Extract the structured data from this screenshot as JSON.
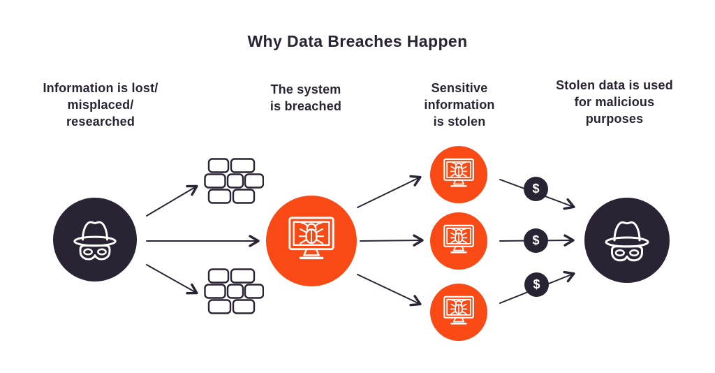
{
  "title": "Why Data Breaches Happen",
  "colors": {
    "dark": "#2A2333",
    "orange": "#F94A15",
    "background": "#FFFFFF"
  },
  "stages": [
    {
      "id": "information-lost",
      "label": "Information is lost/\nmisplaced/\nresearched",
      "icon": "spy-icon"
    },
    {
      "id": "system-breached",
      "label": "The system\nis breached",
      "icon": "bug-monitor-icon"
    },
    {
      "id": "information-stolen",
      "label": "Sensitive\ninformation\nis stolen",
      "icon": "bug-monitor-icon"
    },
    {
      "id": "malicious-use",
      "label": "Stolen data is used\nfor malicious\npurposes",
      "icon": "spy-icon"
    }
  ],
  "money_badges": [
    {
      "symbol": "$"
    },
    {
      "symbol": "$"
    },
    {
      "symbol": "$"
    }
  ]
}
